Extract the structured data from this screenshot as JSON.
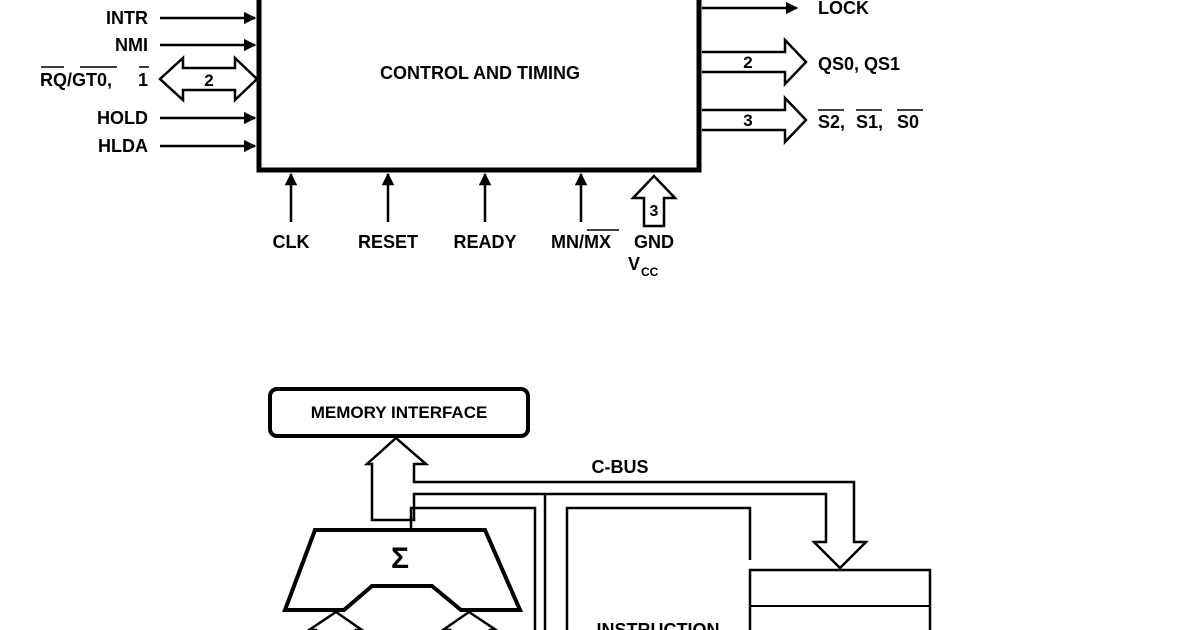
{
  "top_block": {
    "title": "CONTROL AND TIMING",
    "left_signals": {
      "intr": "INTR",
      "nmi": "NMI",
      "rq_gt0": "RQ/GT0,",
      "rq_gt1_suffix": "1",
      "rq_bus_width": "2",
      "hold": "HOLD",
      "hlda": "HLDA"
    },
    "right_signals": {
      "lock": "LOCK",
      "qs_width": "2",
      "qs": "QS0, QS1",
      "s_width": "3",
      "s2": "S2,",
      "s1": "S1,",
      "s0": "S0"
    },
    "bottom_signals": {
      "clk": "CLK",
      "reset": "RESET",
      "ready": "READY",
      "mn_mx": "MN/MX",
      "power_width": "3",
      "gnd": "GND",
      "vcc": "V",
      "vcc_sub": "CC"
    }
  },
  "bottom_block": {
    "memory_interface": "MEMORY INTERFACE",
    "c_bus": "C-BUS",
    "adder_symbol": "Σ",
    "instruction": "INSTRUCTION"
  }
}
